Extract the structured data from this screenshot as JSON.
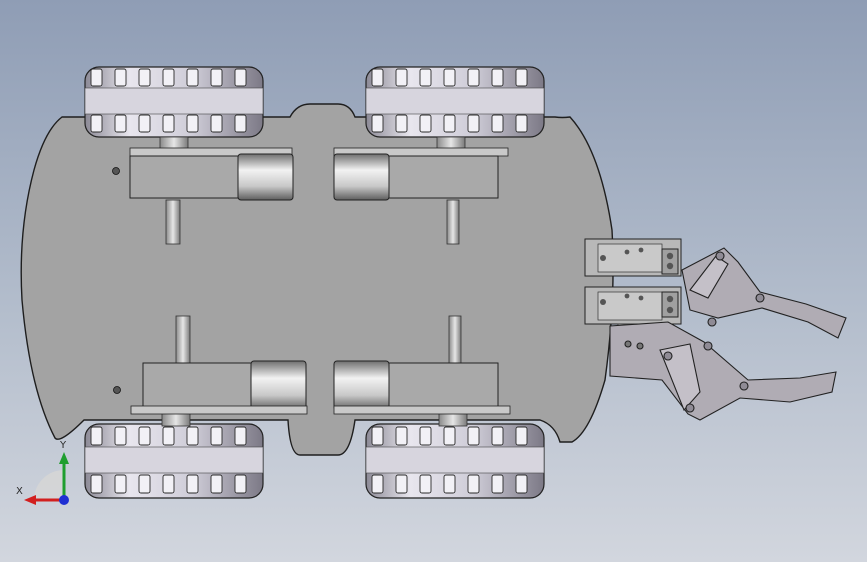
{
  "viewport": {
    "background_top": "#8f9db5",
    "background_bottom": "#d2d6de"
  },
  "colors": {
    "plate": "#a3a3a3",
    "outline": "#1e1e1e",
    "wheel": "#c8c6d0",
    "motor_body": "#a9a9a9",
    "motor_can": "#d9d9d9",
    "gripper": "#b0acb4",
    "axis_x": "#d21f1f",
    "axis_y": "#1f9e2f",
    "axis_z": "#1f2fd2"
  },
  "triad": {
    "x_label": "X",
    "y_label": "Y",
    "icon": "coordinate-triad-icon"
  },
  "parts": [
    "chassis-plate",
    "wheel-front-left",
    "wheel-front-right",
    "wheel-rear-left",
    "wheel-rear-right",
    "gear-motor-top-left",
    "gear-motor-top-right",
    "gear-motor-bottom-left",
    "gear-motor-bottom-right",
    "gripper-mount",
    "gripper-claw-upper",
    "gripper-claw-lower"
  ]
}
